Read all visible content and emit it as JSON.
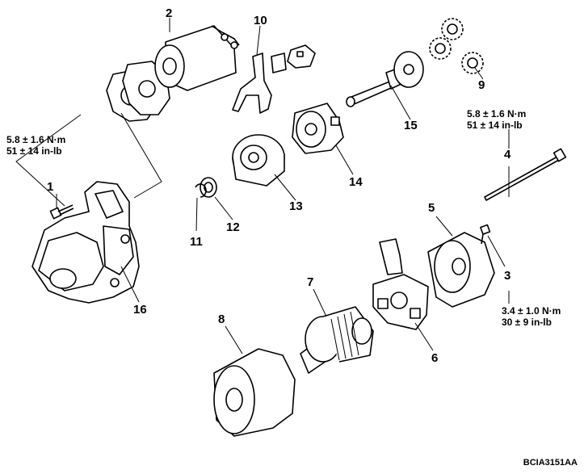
{
  "callouts": [
    "1",
    "2",
    "3",
    "4",
    "5",
    "6",
    "7",
    "8",
    "9",
    "10",
    "11",
    "12",
    "13",
    "14",
    "15",
    "16"
  ],
  "specs": {
    "bolt_1": {
      "line1": "5.8 ± 1.6 N·m",
      "line2": "51 ± 14 in-lb"
    },
    "bolt_4": {
      "line1": "5.8 ± 1.6 N·m",
      "line2": "51 ± 14 in-lb"
    },
    "screw_3": {
      "line1": "3.4 ± 1.0 N·m",
      "line2": "30 ± 9 in-lb"
    }
  },
  "figure_code": "BCIA3151AA",
  "colors": {
    "line": "#000000",
    "background": "#ffffff"
  }
}
